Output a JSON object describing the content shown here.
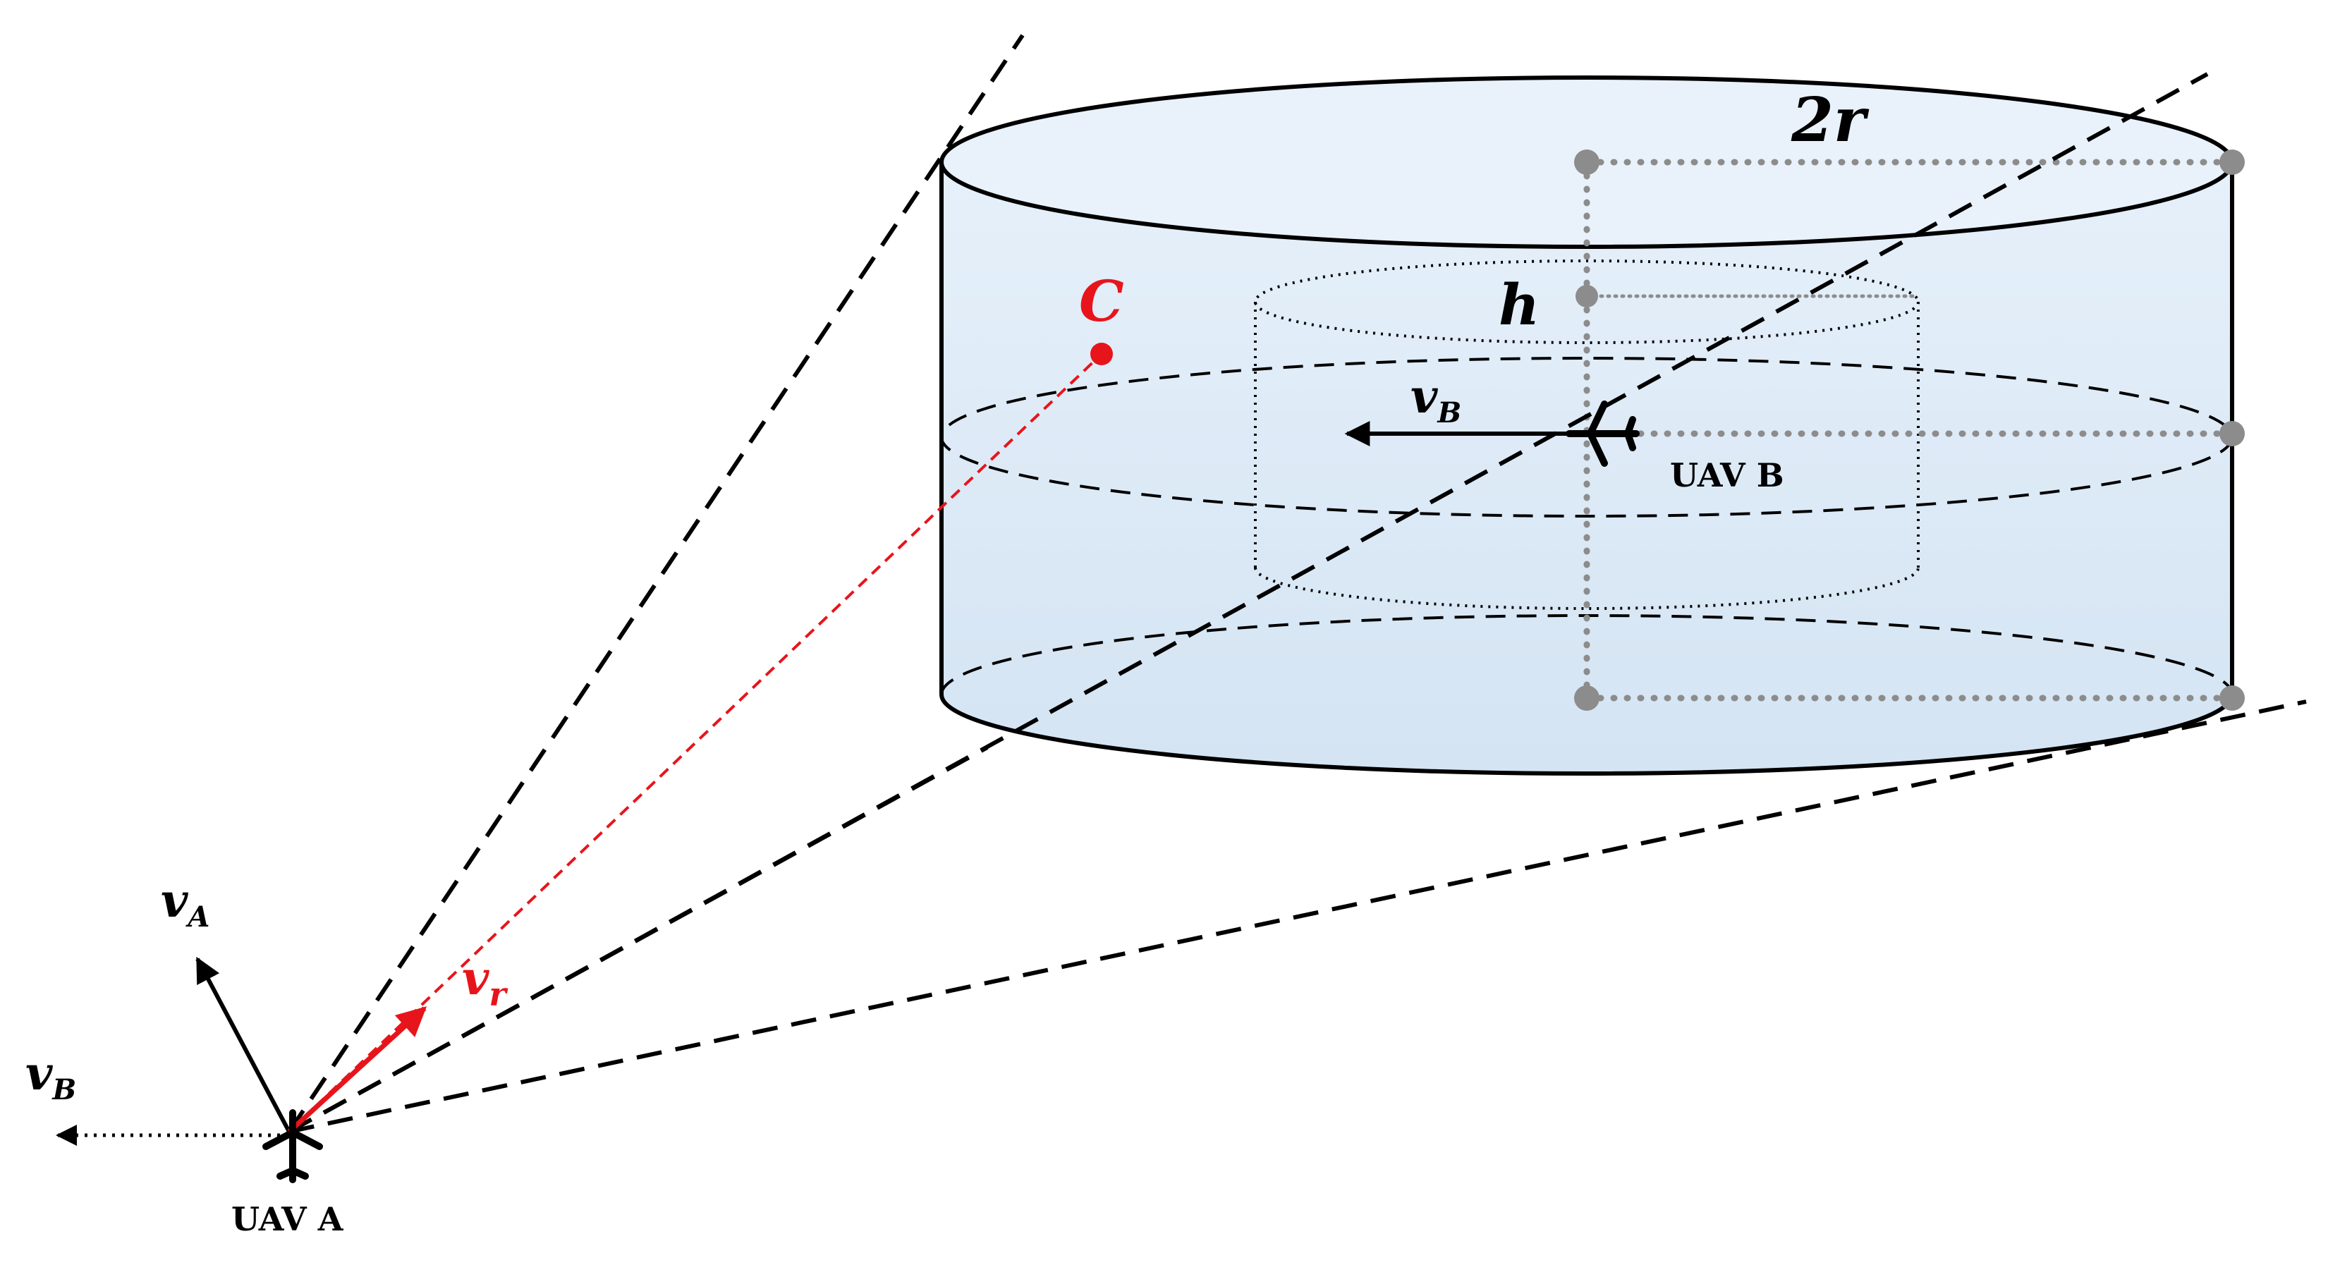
{
  "diagram": {
    "labels": {
      "diameter": "2r",
      "height": "h",
      "point_c": "C",
      "uav_a": "UAV A",
      "uav_b": "UAV B",
      "v_a_base": "v",
      "v_a_sub": "A",
      "v_b_base": "v",
      "v_b_sub": "B",
      "v_b2_base": "v",
      "v_b2_sub": "B",
      "v_r_base": "v",
      "v_r_sub": "r"
    },
    "colors": {
      "cylinder_fill": "#dbe8f5",
      "cylinder_fill_top": "#e8f1fa",
      "red_accent": "#e8141b",
      "gray_marker": "#8c8c8c",
      "stroke": "#000000"
    },
    "icons": {
      "uav_a": "airplane-icon",
      "uav_b": "airplane-icon"
    }
  }
}
